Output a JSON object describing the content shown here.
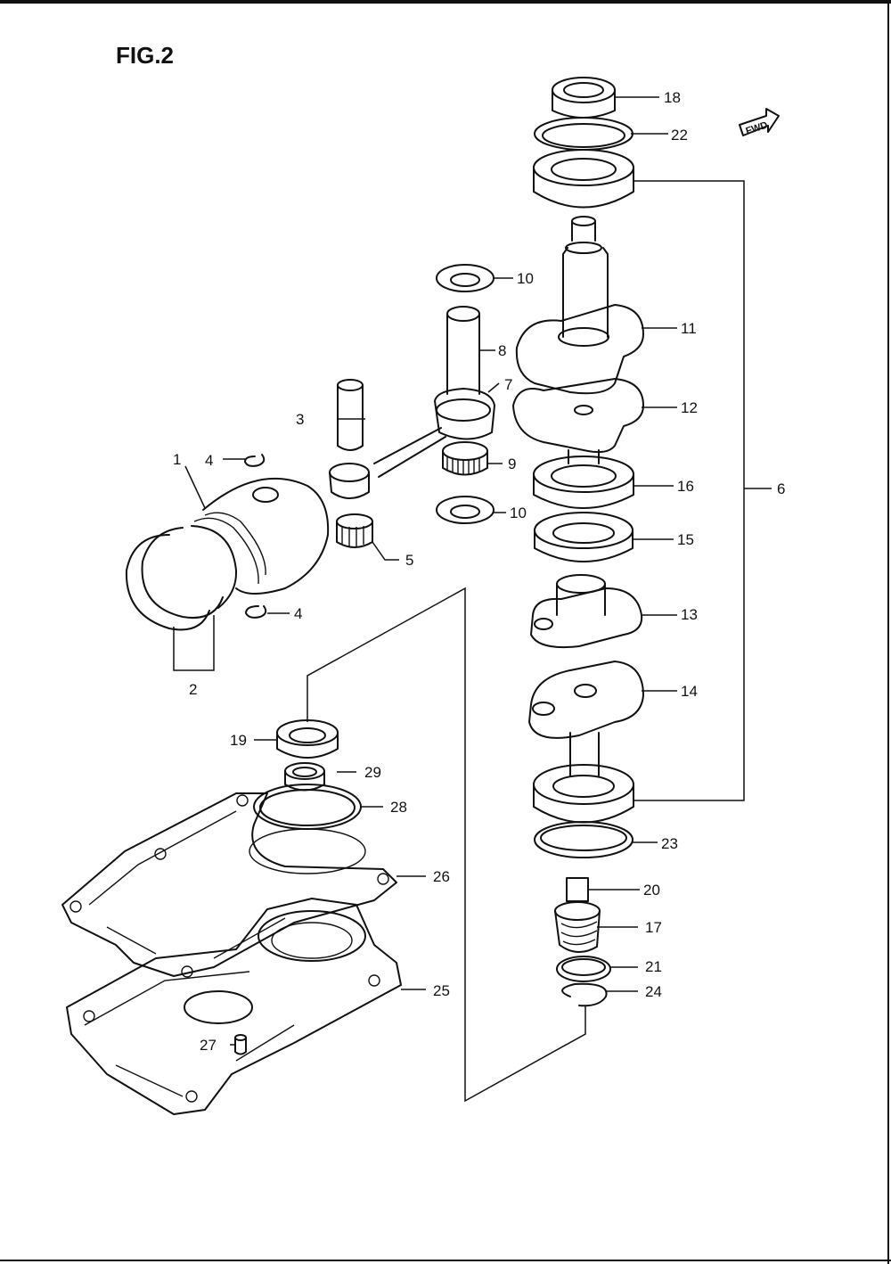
{
  "figure": {
    "title": "FIG.2",
    "fwd_label": "FWD"
  },
  "callouts": {
    "c1": "1",
    "c2": "2",
    "c3": "3",
    "c4a": "4",
    "c4b": "4",
    "c5": "5",
    "c6": "6",
    "c7": "7",
    "c8": "8",
    "c9": "9",
    "c10a": "10",
    "c10b": "10",
    "c11": "11",
    "c12": "12",
    "c13": "13",
    "c14": "14",
    "c15": "15",
    "c16": "16",
    "c17": "17",
    "c18": "18",
    "c19": "19",
    "c20": "20",
    "c21": "21",
    "c22": "22",
    "c23": "23",
    "c24": "24",
    "c25": "25",
    "c26": "26",
    "c27": "27",
    "c28": "28",
    "c29": "29"
  }
}
